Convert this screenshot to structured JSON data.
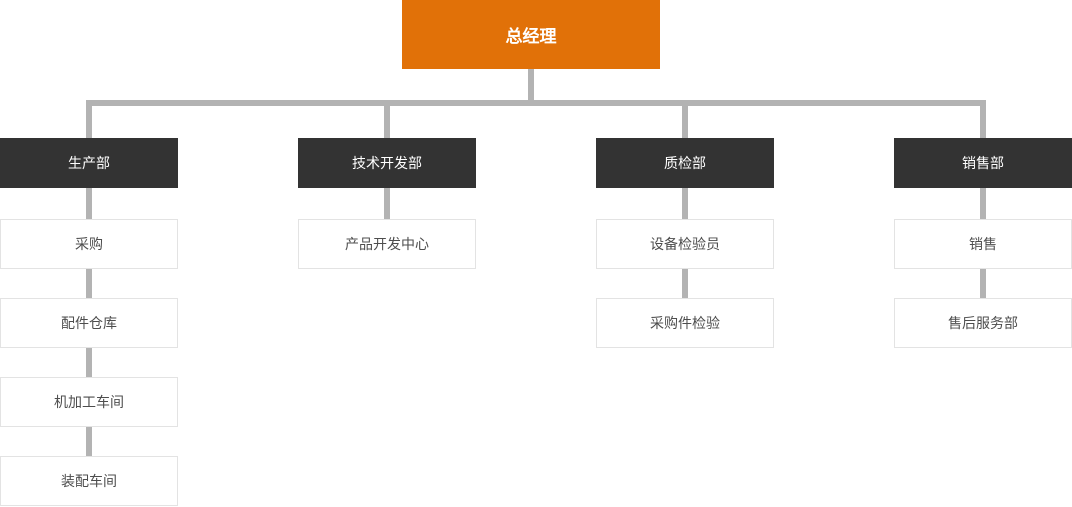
{
  "chart": {
    "root": {
      "label": "总经理"
    },
    "departments": [
      {
        "label": "生产部",
        "children": [
          "采购",
          "配件仓库",
          "机加工车间",
          "装配车间"
        ]
      },
      {
        "label": "技术开发部",
        "children": [
          "产品开发中心"
        ]
      },
      {
        "label": "质检部",
        "children": [
          "设备检验员",
          "采购件检验"
        ]
      },
      {
        "label": "销售部",
        "children": [
          "销售",
          "售后服务部"
        ]
      }
    ]
  },
  "colors": {
    "root_bg": "#E17108",
    "root_text": "#FFFFFF",
    "dept_bg": "#333333",
    "dept_text": "#FFFFFF",
    "child_bg": "#FFFFFF",
    "child_border": "#E3E3E3",
    "child_text": "#4D4D4D",
    "connector": "#B3B3B3"
  }
}
